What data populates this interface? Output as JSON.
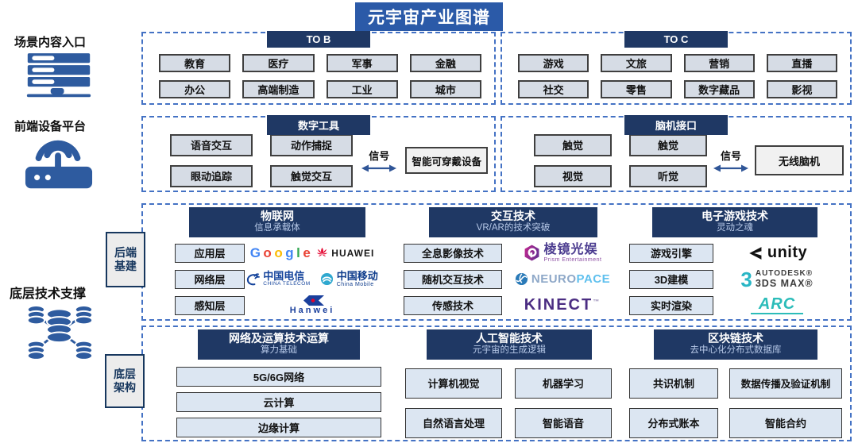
{
  "title": "元宇宙产业图谱",
  "left": {
    "scene_label": "场景内容入口",
    "device_label": "前端设备平台",
    "tech_label": "底层技术支撑"
  },
  "row1": {
    "to_b": {
      "header": "TO B",
      "items": [
        "教育",
        "医疗",
        "军事",
        "金融",
        "办公",
        "高端制造",
        "工业",
        "城市"
      ]
    },
    "to_c": {
      "header": "TO C",
      "items": [
        "游戏",
        "文旅",
        "营销",
        "直播",
        "社交",
        "零售",
        "数字藏品",
        "影视"
      ]
    }
  },
  "row2": {
    "tools": {
      "header": "数字工具",
      "items": [
        "语音交互",
        "动作捕捉",
        "眼动追踪",
        "触觉交互"
      ],
      "signal": "信号",
      "device": "智能可穿戴设备"
    },
    "bci": {
      "header": "脑机接口",
      "items": [
        "触觉",
        "触觉",
        "视觉",
        "听觉"
      ],
      "signal": "信号",
      "device": "无线脑机"
    }
  },
  "row3": {
    "side_label_line1": "后端",
    "side_label_line2": "基建",
    "iot": {
      "title": "物联网",
      "subtitle": "信息承载体",
      "items": [
        "应用层",
        "网络层",
        "感知层"
      ]
    },
    "interaction": {
      "title": "交互技术",
      "subtitle": "VR/AR的技术突破",
      "items": [
        "全息影像技术",
        "随机交互技术",
        "传感技术"
      ]
    },
    "game": {
      "title": "电子游戏技术",
      "subtitle": "灵动之魂",
      "items": [
        "游戏引擎",
        "3D建模",
        "实时渲染"
      ]
    }
  },
  "row4": {
    "side_label_line1": "底层",
    "side_label_line2": "架构",
    "network": {
      "title": "网络及运算技术运算",
      "subtitle": "算力基础",
      "items": [
        "5G/6G网络",
        "云计算",
        "边缘计算"
      ]
    },
    "ai": {
      "title": "人工智能技术",
      "subtitle": "元宇宙的生成逻辑",
      "items": [
        "计算机视觉",
        "机器学习",
        "自然语言处理",
        "智能语音"
      ]
    },
    "blockchain": {
      "title": "区块链技术",
      "subtitle": "去中心化分布式数据库",
      "items": [
        "共识机制",
        "数据传播及验证机制",
        "分布式账本",
        "智能合约"
      ]
    }
  },
  "logos": {
    "google": {
      "letters": [
        "G",
        "o",
        "o",
        "g",
        "l",
        "e"
      ],
      "colors": [
        "#4285F4",
        "#EA4335",
        "#FBBC05",
        "#4285F4",
        "#34A853",
        "#EA4335"
      ]
    },
    "huawei": {
      "text": "HUAWEI"
    },
    "china_telecom": {
      "cn": "中国电信",
      "en": "CHINA TELECOM"
    },
    "china_mobile": {
      "cn": "中国移动",
      "en": "China Mobile"
    },
    "hanwei": {
      "text": "Hanwei"
    },
    "prism": {
      "cn": "棱镜光娱",
      "en": "Prism Entertainment"
    },
    "neuropace": {
      "part1": "NEURO",
      "part2": "PACE"
    },
    "kinect": {
      "text": "KINECT",
      "tm": "™"
    },
    "unity": {
      "text": "unity"
    },
    "autodesk": {
      "digit": "3",
      "brand": "AUTODESK®",
      "product": "3DS MAX®"
    },
    "arc": {
      "text": "ARC"
    }
  },
  "colors": {
    "navy_header": "#1f3864",
    "title_bg": "#2b5aa8",
    "dashed_border": "#4472c4",
    "icon_blue": "#2e5b9f",
    "item_gray": "#d6dce5",
    "item_blue": "#dce6f2"
  }
}
